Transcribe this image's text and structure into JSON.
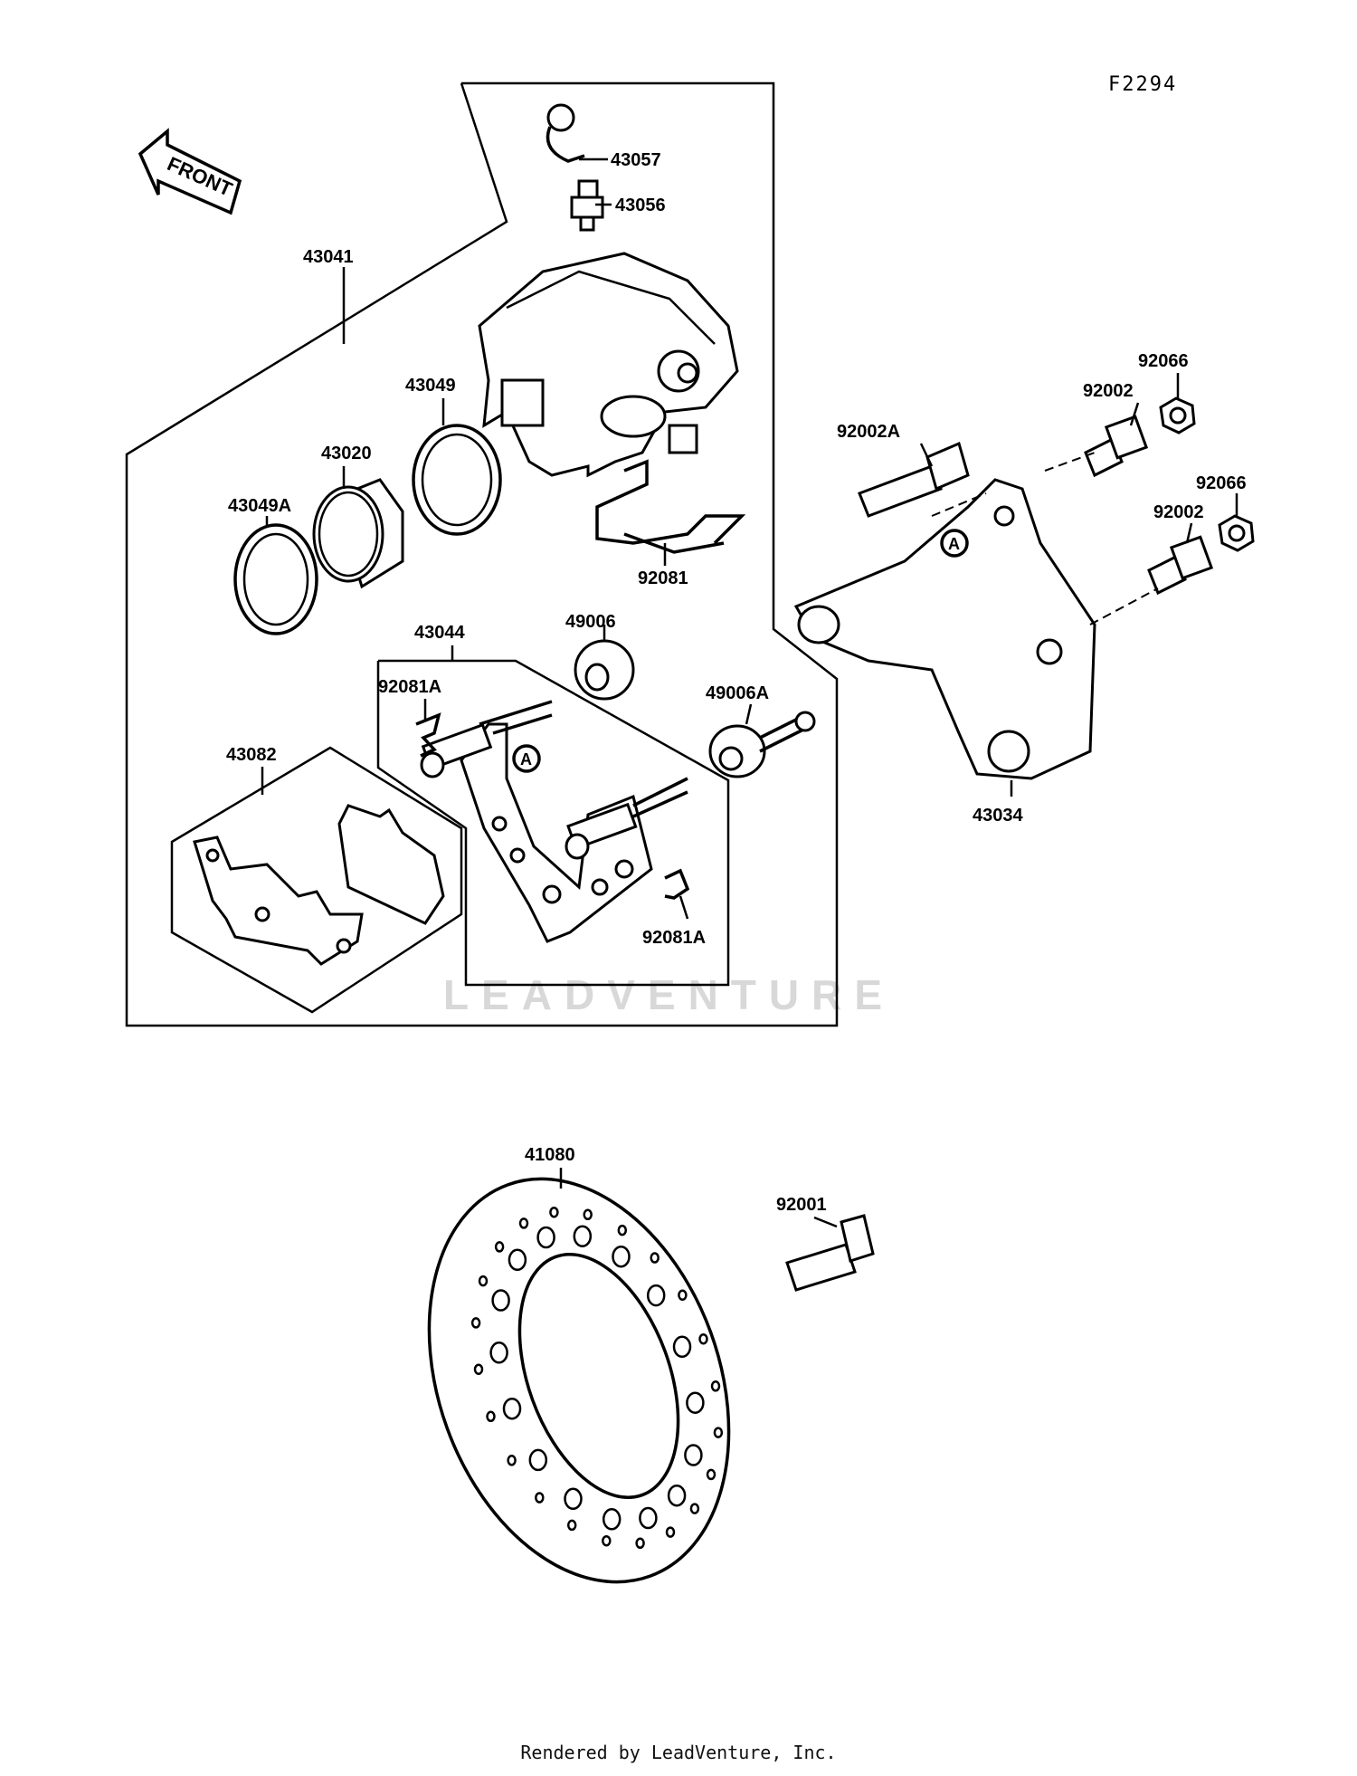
{
  "figure_id": "F2294",
  "front_label": "FRONT",
  "callout_letter": "A",
  "watermark": "LEADVENTURE",
  "footer": "Rendered by LeadVenture, Inc.",
  "part_labels": [
    "43057",
    "43056",
    "43041",
    "43049",
    "43020",
    "43049A",
    "92081",
    "92066",
    "92002",
    "92002A",
    "92066",
    "92002",
    "43044",
    "49006",
    "92081A",
    "49006A",
    "43082",
    "92081A",
    "43034",
    "41080",
    "92001"
  ]
}
